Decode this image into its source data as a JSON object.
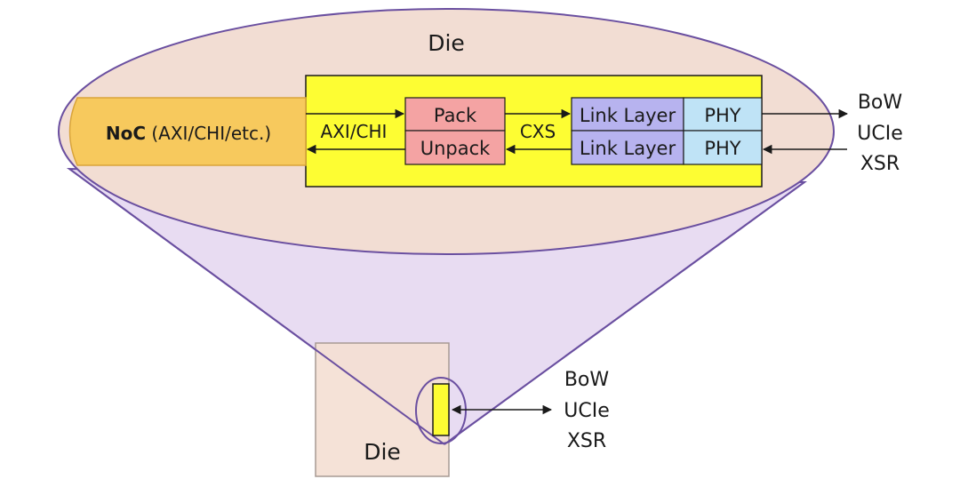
{
  "top_die": {
    "title": "Die",
    "noc": {
      "bold": "NoC",
      "rest": " (AXI/CHI/etc.)"
    },
    "protocol_label": "AXI/CHI",
    "pack_label": "Pack",
    "unpack_label": "Unpack",
    "cxs_label": "CXS",
    "link_layer_tx": "Link Layer",
    "link_layer_rx": "Link Layer",
    "phy_tx": "PHY",
    "phy_rx": "PHY",
    "interfaces": [
      "BoW",
      "UCIe",
      "XSR"
    ]
  },
  "bottom_die": {
    "title": "Die",
    "interfaces": [
      "BoW",
      "UCIe",
      "XSR"
    ]
  },
  "colors": {
    "ellipse_fill": "#f2ddd3",
    "cone_fill": "#e8dcf2",
    "outline": "#6a4fa0",
    "noc_fill": "#f7c95d",
    "noc_border": "#d9a43a",
    "yellow_block": "#fdfd33",
    "pack_fill": "#f4a3a3",
    "link_fill": "#b7b3ef",
    "phy_fill": "#bfe3f6",
    "die_fill": "#f4dfd3",
    "die_border": "#a79a94"
  }
}
